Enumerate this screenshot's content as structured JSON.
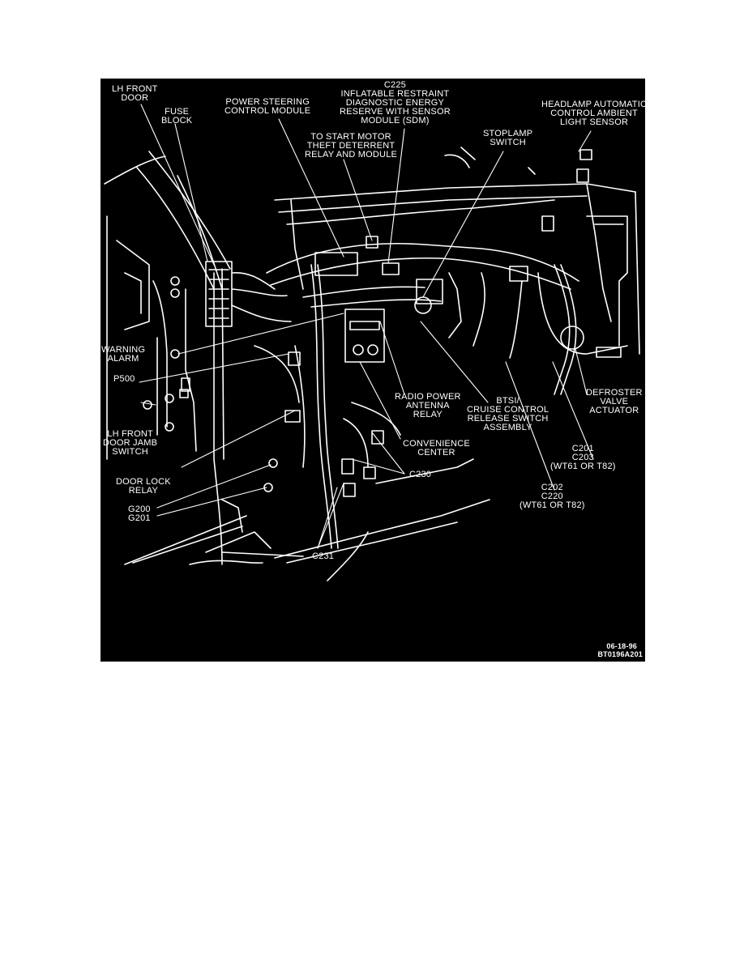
{
  "figure": {
    "background": "#000000",
    "line_color": "#ffffff",
    "labels": {
      "lh_front_door": "LH FRONT\nDOOR",
      "fuse_block": "FUSE\nBLOCK",
      "power_steering": "POWER STEERING\nCONTROL MODULE",
      "c225": "C225\nINFLATABLE RESTRAINT\nDIAGNOSTIC ENERGY\nRESERVE WITH SENSOR\nMODULE (SDM)",
      "headlamp": "HEADLAMP AUTOMATIC\nCONTROL AMBIENT\nLIGHT SENSOR",
      "start_motor": "TO START MOTOR\nTHEFT DETERRENT\nRELAY AND MODULE",
      "stoplamp": "STOPLAMP\nSWITCH",
      "warning_alarm": "WARNING\nALARM",
      "p500": "P500",
      "lh_door_jamb": "LH FRONT\nDOOR JAMB\nSWITCH",
      "radio_antenna": "RADIO POWER\nANTENNA\nRELAY",
      "btsi": "BTSI/\nCRUISE CONTROL\nRELEASE SWITCH\nASSEMBLY",
      "defroster": "DEFROSTER\nVALVE\nACTUATOR",
      "convenience": "CONVENIENCE\nCENTER",
      "c230": "C230",
      "door_lock_relay": "DOOR LOCK\nRELAY",
      "c201_c203": "C201\nC203\n(WT61 OR T82)",
      "c202_c220": "C202\nC220\n(WT61 OR T82)",
      "g200_g201": "G200\nG201",
      "c231": "C231"
    },
    "stamp": {
      "date": "06-18-96",
      "code": "BT0196A201"
    }
  }
}
